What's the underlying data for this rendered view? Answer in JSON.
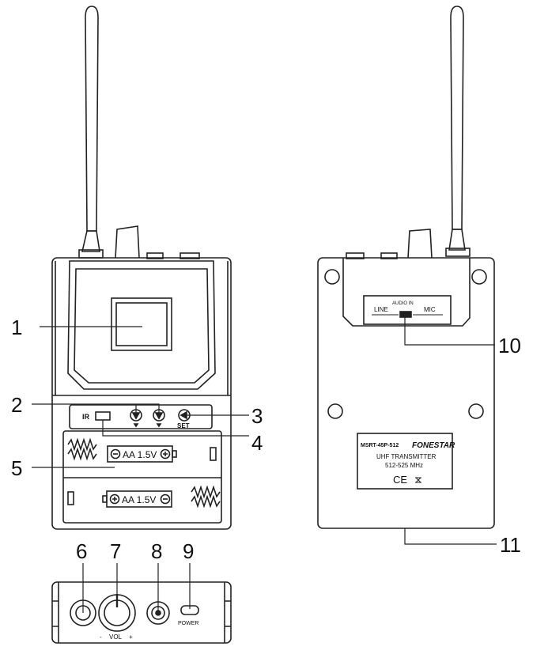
{
  "front_view": {
    "callouts": [
      "1",
      "2",
      "3",
      "4",
      "5"
    ],
    "ir_label": "IR",
    "set_label": "SET",
    "battery_top": "AA 1.5V",
    "battery_bottom": "AA 1.5V"
  },
  "back_view": {
    "callouts": [
      "10",
      "11"
    ],
    "audio_in_label": "AUDIO IN",
    "line_label": "LINE",
    "mic_label": "MIC",
    "model": "MSRT-45P-512",
    "brand": "FONESTAR",
    "product": "UHF TRANSMITTER",
    "frequency": "512-525 MHz",
    "ce_mark": "CE"
  },
  "top_view": {
    "callouts": [
      "6",
      "7",
      "8",
      "9"
    ],
    "vol_label": "VOL",
    "vol_minus": "-",
    "vol_plus": "+",
    "power_label": "POWER"
  },
  "colors": {
    "stroke": "#222222",
    "background": "#ffffff"
  }
}
